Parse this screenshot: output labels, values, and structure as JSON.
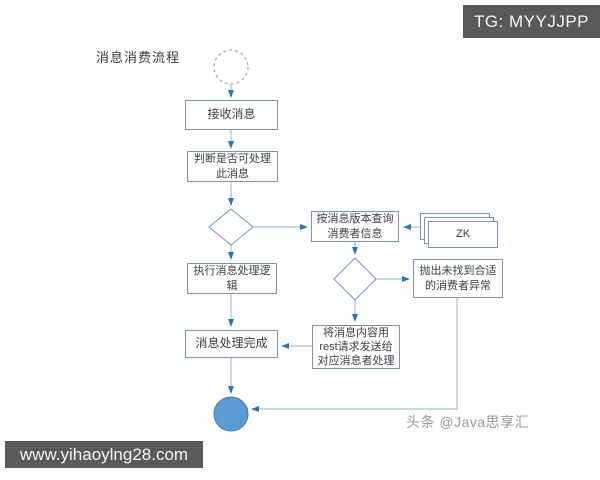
{
  "badge": {
    "text": "TG: MYYJJPP"
  },
  "title": "消息消费流程",
  "flowchart": {
    "nodes": {
      "receive": "接收消息",
      "judge": "判断是否可处理\n此消息",
      "query": "按消息版本查询\n消费者信息",
      "zk": "ZK",
      "throw_exception": "抛出未找到合适\n的消费者异常",
      "execute": "执行消息处理逻\n辑",
      "send_rest": "将消息内容用\nrest请求发送给\n对应消息者处理",
      "complete": "消息处理完成"
    },
    "colors": {
      "line": "#93b1d1",
      "arrowhead": "#2e75b6",
      "node_border": "#7c93b5",
      "start_circle_border": "#8f9aa6",
      "end_circle_fill": "#5b9bd5",
      "end_circle_border": "#4379ad",
      "badge_background": "#595959",
      "badge_text": "#f4f4f4",
      "watermark_text": "#9b9b9b"
    }
  },
  "watermarks": {
    "author": "头条 @Java思享汇",
    "site": "www.yihaoylng28.com"
  }
}
